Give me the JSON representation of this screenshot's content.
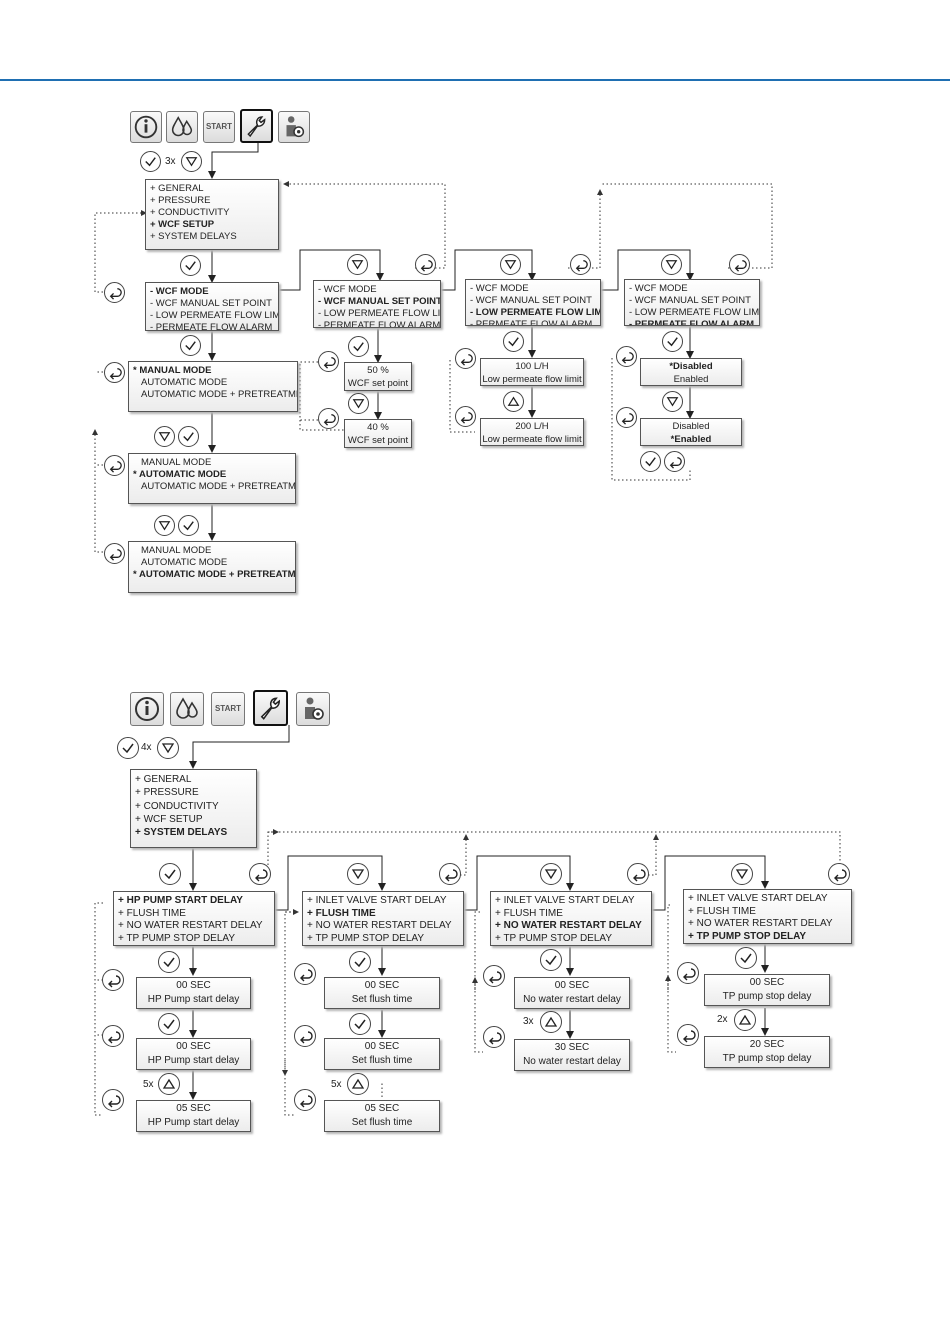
{
  "icons": {
    "info": "info-icon",
    "drop": "drop-icon",
    "start": "START",
    "wrench": "wrench-icon",
    "service": "service-icon"
  },
  "mult": {
    "top_3x": "3x",
    "bot_4x": "4x",
    "flush_5x": "5x",
    "hp_5x": "5x",
    "nw_3x": "3x",
    "tp_2x": "2x"
  },
  "menu": {
    "general": "+ GENERAL",
    "pressure": "+ PRESSURE",
    "conductivity": "+ CONDUCTIVITY",
    "wcf_setup": "+ WCF SETUP",
    "system_delays": "+ SYSTEM DELAYS"
  },
  "wcf": {
    "mode": "- WCF MODE",
    "manual_set_point": "- WCF MANUAL SET POINT",
    "low_limit": "- LOW PERMEATE FLOW LIMIT",
    "alarm": "- PERMEATE FLOW ALARM"
  },
  "mode_star": "*",
  "modes": {
    "manual": "MANUAL MODE",
    "automatic": "AUTOMATIC MODE",
    "auto_pre": "AUTOMATIC MODE + PRETREATMENT"
  },
  "setpoint": {
    "v1_num": "50 %",
    "v2_num": "40 %",
    "label": "WCF set point"
  },
  "lowlimit": {
    "v1_num": "100 L/H",
    "v2_num": "200 L/H",
    "label": "Low permeate flow limit"
  },
  "alarm": {
    "a1_disabled": "*Disabled",
    "a1_enabled": "Enabled",
    "a2_disabled": "Disabled",
    "a2_enabled": "*Enabled"
  },
  "delays": {
    "hp": "+ HP PUMP START DELAY",
    "flush": "+ FLUSH TIME",
    "nowater": "+ NO WATER RESTART DELAY",
    "tp": "+ TP PUMP STOP DELAY",
    "inlet": "+ INLET VALVE START DELAY"
  },
  "delay_values": {
    "hp1": "00 SEC",
    "hp2": "00 SEC",
    "hp3": "05 SEC",
    "hp_label": "HP Pump start delay",
    "fl1": "00 SEC",
    "fl2": "00 SEC",
    "fl3": "05 SEC",
    "fl_label": "Set flush time",
    "nw1": "00 SEC",
    "nw2": "30 SEC",
    "nw_label": "No water restart delay",
    "tp1": "00 SEC",
    "tp2": "20 SEC",
    "tp_label": "TP pump stop delay"
  },
  "colors": {
    "header_rule": "#1f6fb2",
    "box_border": "#555555"
  }
}
